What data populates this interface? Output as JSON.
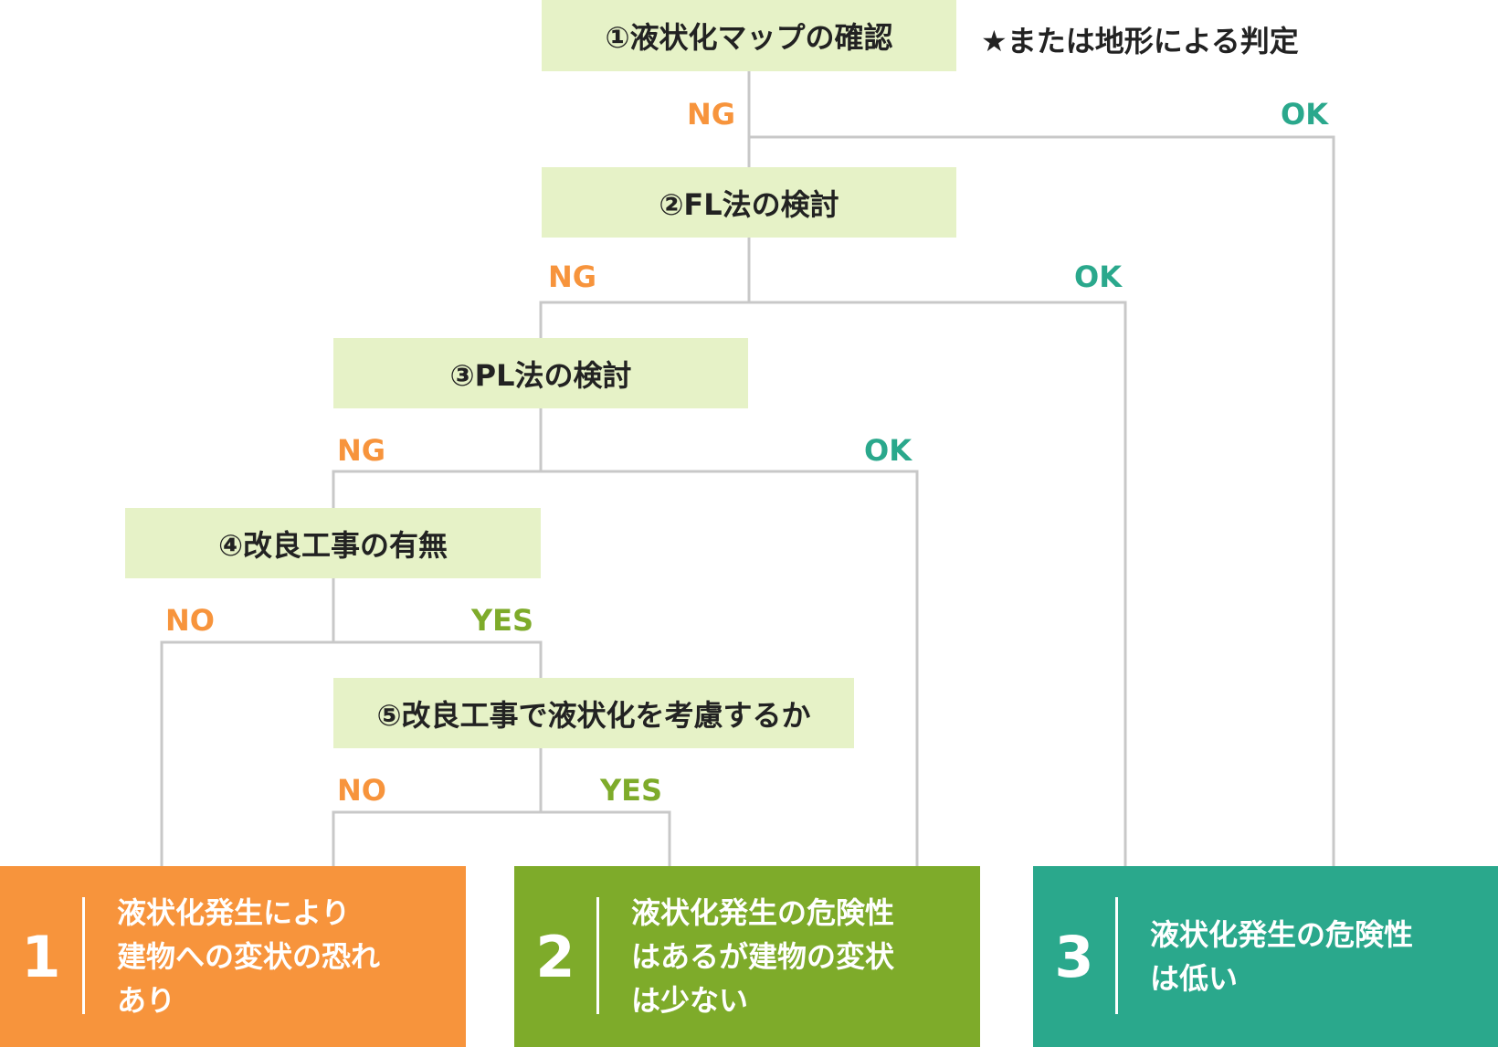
{
  "steps": [
    "①液状化マップの確認",
    "②FL法の検討",
    "③PL法の検討",
    "④改良工事の有無",
    "⑤改良工事で液状化を考慮するか"
  ],
  "note": "★または地形による判定",
  "labels": {
    "step1_ng": "NG",
    "step1_ok": "OK",
    "step2_ng": "NG",
    "step2_ok": "OK",
    "step3_ng": "NG",
    "step3_ok": "OK",
    "step4_no": "NO",
    "step4_yes": "YES",
    "step5_no": "NO",
    "step5_yes": "YES"
  },
  "results": [
    {
      "num": "1",
      "text": "液状化発生により\n建物への変状の恐れ\nあり",
      "color": "#f7943c"
    },
    {
      "num": "2",
      "text": "液状化発生の危険性\nはあるが建物の変状\nは少ない",
      "color": "#7eab2a"
    },
    {
      "num": "3",
      "text": "液状化発生の危険性\nは低い",
      "color": "#2aa88c"
    }
  ],
  "colors": {
    "step_box": "#e6f2c7",
    "line": "#c8c8c8",
    "ng": "#f7943c",
    "ok": "#2aa88c",
    "yes": "#7eab2a"
  }
}
